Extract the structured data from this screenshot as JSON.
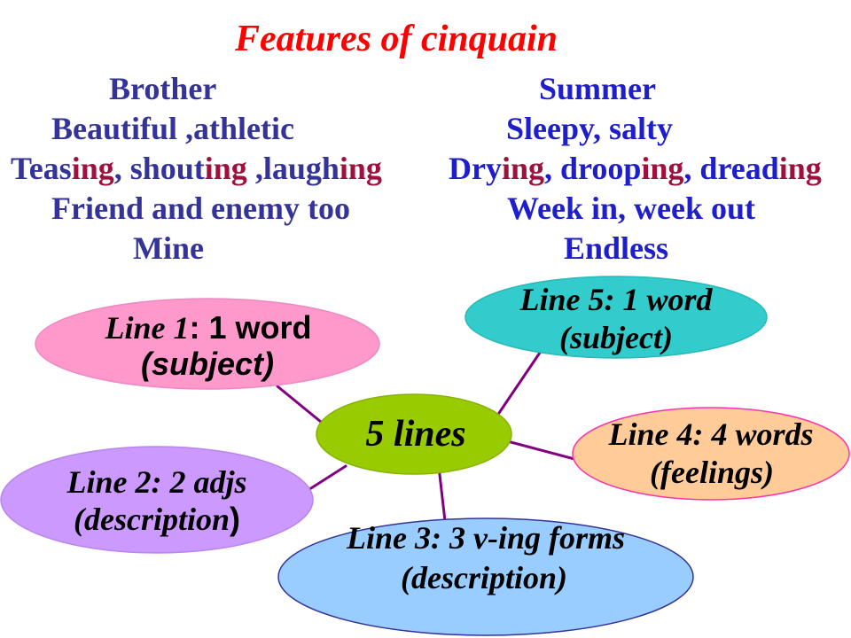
{
  "title": "Features of cinquain",
  "colors": {
    "title": "#FF0000",
    "left_poem": "#333399",
    "right_poem": "#1E1ECC",
    "ing_highlight": "#A0103C",
    "connector": "#800080"
  },
  "poems": {
    "left": {
      "lines": [
        [
          {
            "text": "Brother",
            "highlight": false
          }
        ],
        [
          {
            "text": "Beautiful ,athletic",
            "highlight": false
          }
        ],
        [
          {
            "text": "Teas",
            "highlight": false
          },
          {
            "text": "ing",
            "highlight": true
          },
          {
            "text": ", shout",
            "highlight": false
          },
          {
            "text": "ing",
            "highlight": true
          },
          {
            "text": " ,laugh",
            "highlight": false
          },
          {
            "text": "ing",
            "highlight": true
          }
        ],
        [
          {
            "text": "Friend and enemy too",
            "highlight": false
          }
        ],
        [
          {
            "text": "Mine",
            "highlight": false
          }
        ]
      ]
    },
    "right": {
      "lines": [
        [
          {
            "text": "Summer",
            "highlight": false
          }
        ],
        [
          {
            "text": "Sleepy, salty",
            "highlight": false
          }
        ],
        [
          {
            "text": "Dry",
            "highlight": false
          },
          {
            "text": "ing",
            "highlight": true
          },
          {
            "text": ", droop",
            "highlight": false
          },
          {
            "text": "ing",
            "highlight": true
          },
          {
            "text": ", dread",
            "highlight": false
          },
          {
            "text": "ing",
            "highlight": true
          }
        ],
        [
          {
            "text": "Week in, week out",
            "highlight": false
          }
        ],
        [
          {
            "text": "Endless",
            "highlight": false
          }
        ]
      ]
    }
  },
  "diagram": {
    "center": {
      "label": "5 lines",
      "fill": "#99CC00"
    },
    "nodes": {
      "line1": {
        "heading": [
          "Line 1",
          ": 1 word"
        ],
        "note": [
          "(subject)"
        ],
        "fill": "#FF99CC"
      },
      "line2": {
        "heading": [
          "Line 2: 2 adjs"
        ],
        "note": [
          "(description",
          ")"
        ],
        "fill": "#CC99FF"
      },
      "line3": {
        "heading": [
          "Line 3: 3 v-ing forms"
        ],
        "note": [
          "(description)"
        ],
        "fill": "#99CCFF"
      },
      "line4": {
        "heading": [
          "Line 4: 4 words"
        ],
        "note": [
          "(feelings)"
        ],
        "fill": "#FFCC99"
      },
      "line5": {
        "heading": [
          "Line 5: 1 word"
        ],
        "note": [
          "(subject)"
        ],
        "fill": "#33CCCC"
      }
    }
  }
}
